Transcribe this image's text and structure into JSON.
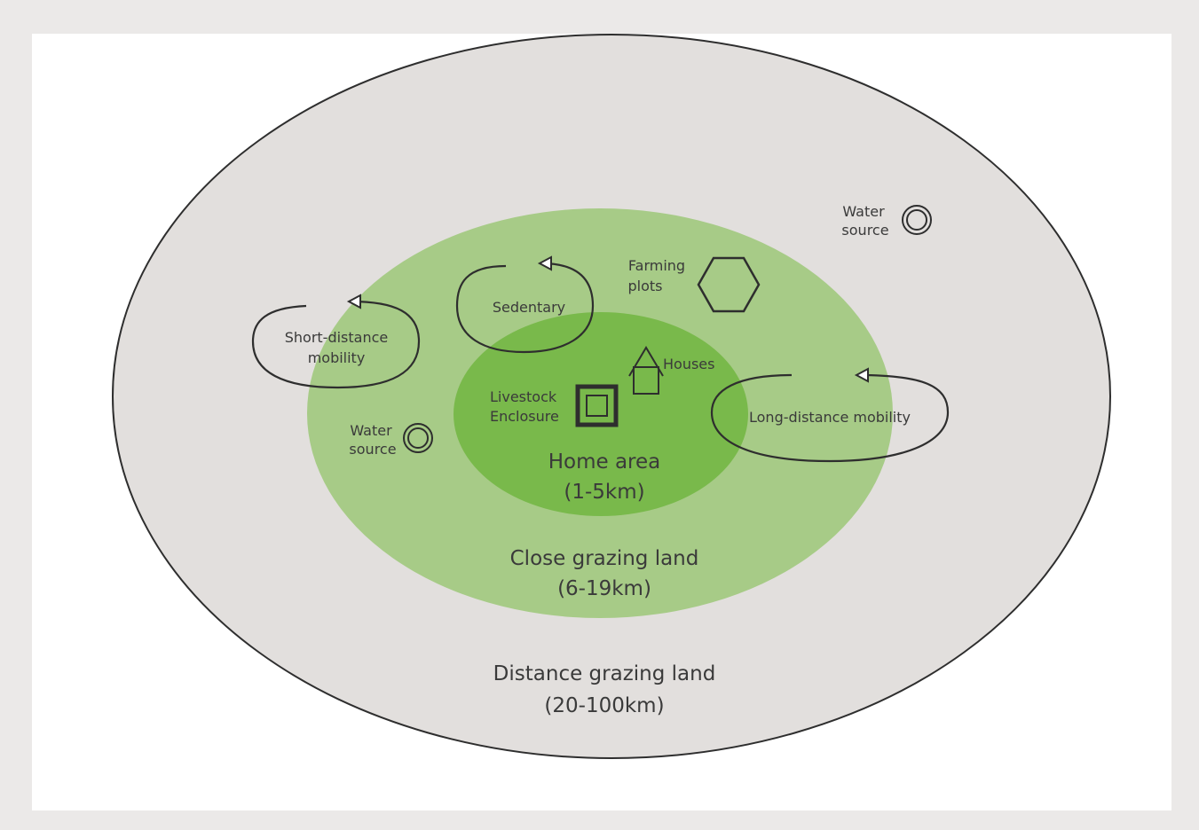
{
  "colors": {
    "page_border": "#ebe9e8",
    "outer_zone": "#e2dfdd",
    "close_zone": "#a7cb87",
    "home_zone": "#79b94b",
    "outline": "#2e2e2e",
    "text": "#3a3a3a"
  },
  "zones": {
    "outer": {
      "title": "Distance grazing land",
      "range": "(20-100km)"
    },
    "close": {
      "title": "Close grazing land",
      "range": "(6-19km)"
    },
    "home": {
      "title": "Home area",
      "range": "(1-5km)"
    }
  },
  "features": {
    "water_top": {
      "line1": "Water",
      "line2": "source",
      "icon": "water-source-icon"
    },
    "water_left": {
      "line1": "Water",
      "line2": "source",
      "icon": "water-source-icon"
    },
    "farming": {
      "line1": "Farming",
      "line2": "plots",
      "icon": "hexagon-icon"
    },
    "houses": {
      "label": "Houses",
      "icon": "house-icon"
    },
    "enclosure": {
      "line1": "Livestock",
      "line2": "Enclosure",
      "icon": "enclosure-icon"
    }
  },
  "mobility": {
    "sedentary": {
      "label": "Sedentary",
      "icon": "loop-arrow-icon"
    },
    "short": {
      "line1": "Short-distance",
      "line2": "mobility",
      "icon": "loop-arrow-icon"
    },
    "long": {
      "label": "Long-distance mobility",
      "icon": "loop-arrow-icon"
    }
  }
}
